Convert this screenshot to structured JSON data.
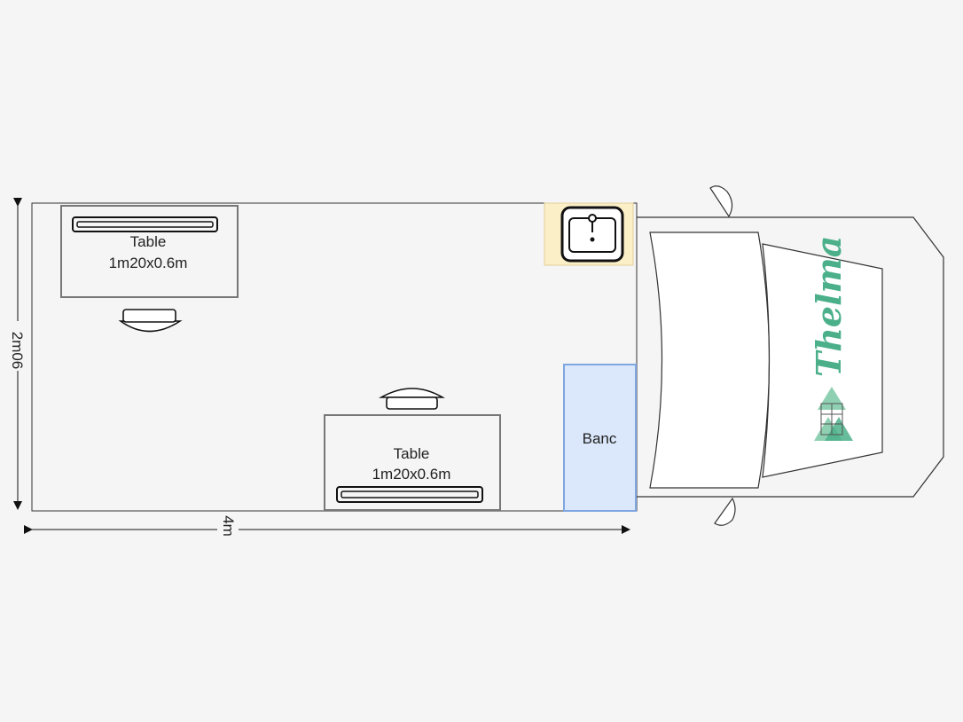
{
  "diagram": {
    "table_1": {
      "name": "Table",
      "size": "1m20x0.6m"
    },
    "table_2": {
      "name": "Table",
      "size": "1m20x0.6m"
    },
    "bench": {
      "label": "Banc"
    },
    "height_dimension": {
      "label": "2m06"
    },
    "length_dimension": {
      "label": "4m"
    },
    "vehicle": {
      "brand": "Thelma"
    }
  },
  "colors": {
    "sink_fill": "#fbefc8",
    "sink_stroke": "#e2cf98",
    "bench_fill": "#dbe8fb",
    "bench_stroke": "#7ea6e0",
    "brand_green": "#4bb08a"
  }
}
